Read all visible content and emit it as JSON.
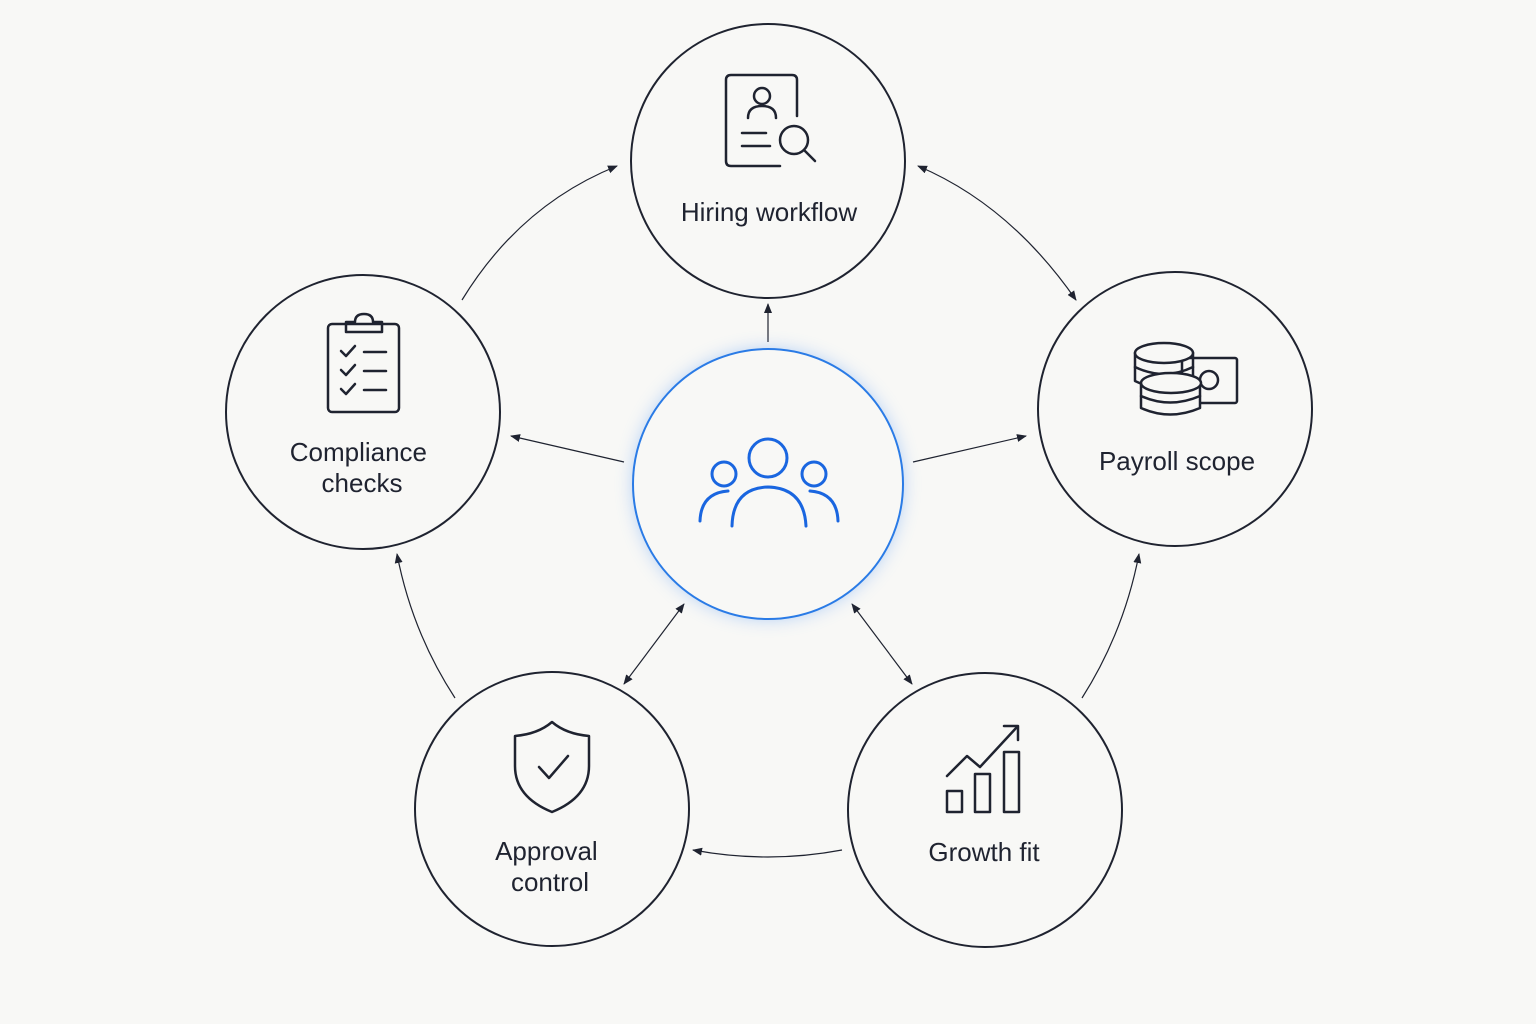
{
  "colors": {
    "background": "#f8f8f6",
    "stroke": "#1f2330",
    "accent": "#1a66e0",
    "node_fill": "#f8f8f6"
  },
  "center": {
    "name": "team",
    "icon": "people-group-icon"
  },
  "nodes": [
    {
      "name": "hiring-workflow",
      "lines": [
        "Hiring workflow"
      ],
      "icon": "candidate-search-icon"
    },
    {
      "name": "payroll-scope",
      "lines": [
        "Payroll scope"
      ],
      "icon": "coins-cash-icon"
    },
    {
      "name": "growth-fit",
      "lines": [
        "Growth fit"
      ],
      "icon": "growth-chart-icon"
    },
    {
      "name": "approval-control",
      "lines": [
        "Approval",
        "control"
      ],
      "icon": "shield-check-icon"
    },
    {
      "name": "compliance-checks",
      "lines": [
        "Compliance",
        "checks"
      ],
      "icon": "clipboard-checklist-icon"
    }
  ],
  "connections": [
    {
      "from": "team",
      "to": "hiring-workflow",
      "direction": "forward"
    },
    {
      "from": "team",
      "to": "payroll-scope",
      "direction": "forward"
    },
    {
      "from": "team",
      "to": "growth-fit",
      "direction": "both"
    },
    {
      "from": "team",
      "to": "approval-control",
      "direction": "both"
    },
    {
      "from": "team",
      "to": "compliance-checks",
      "direction": "forward"
    },
    {
      "from": "compliance-checks",
      "to": "hiring-workflow",
      "direction": "forward"
    },
    {
      "from": "hiring-workflow",
      "to": "payroll-scope",
      "direction": "both"
    },
    {
      "from": "growth-fit",
      "to": "payroll-scope",
      "direction": "forward"
    },
    {
      "from": "growth-fit",
      "to": "approval-control",
      "direction": "forward"
    },
    {
      "from": "approval-control",
      "to": "compliance-checks",
      "direction": "forward"
    }
  ]
}
